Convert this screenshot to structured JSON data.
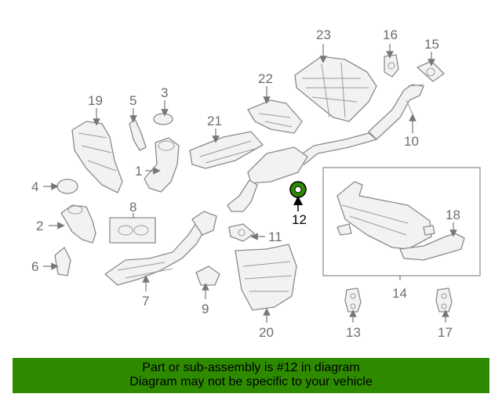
{
  "diagram": {
    "part_numbers": [
      "23",
      "16",
      "15",
      "22",
      "19",
      "5",
      "3",
      "21",
      "10",
      "1",
      "4",
      "8",
      "12",
      "18",
      "2",
      "11",
      "6",
      "14",
      "7",
      "9",
      "13",
      "17",
      "20"
    ],
    "highlighted_part": "12",
    "accent_color": "#000000",
    "line_color": "#8a8a8a"
  },
  "banner": {
    "line1": "Part or sub-assembly is #12 in diagram",
    "line2": "Diagram may not be specific to your vehicle",
    "background": "#2e8b00"
  }
}
